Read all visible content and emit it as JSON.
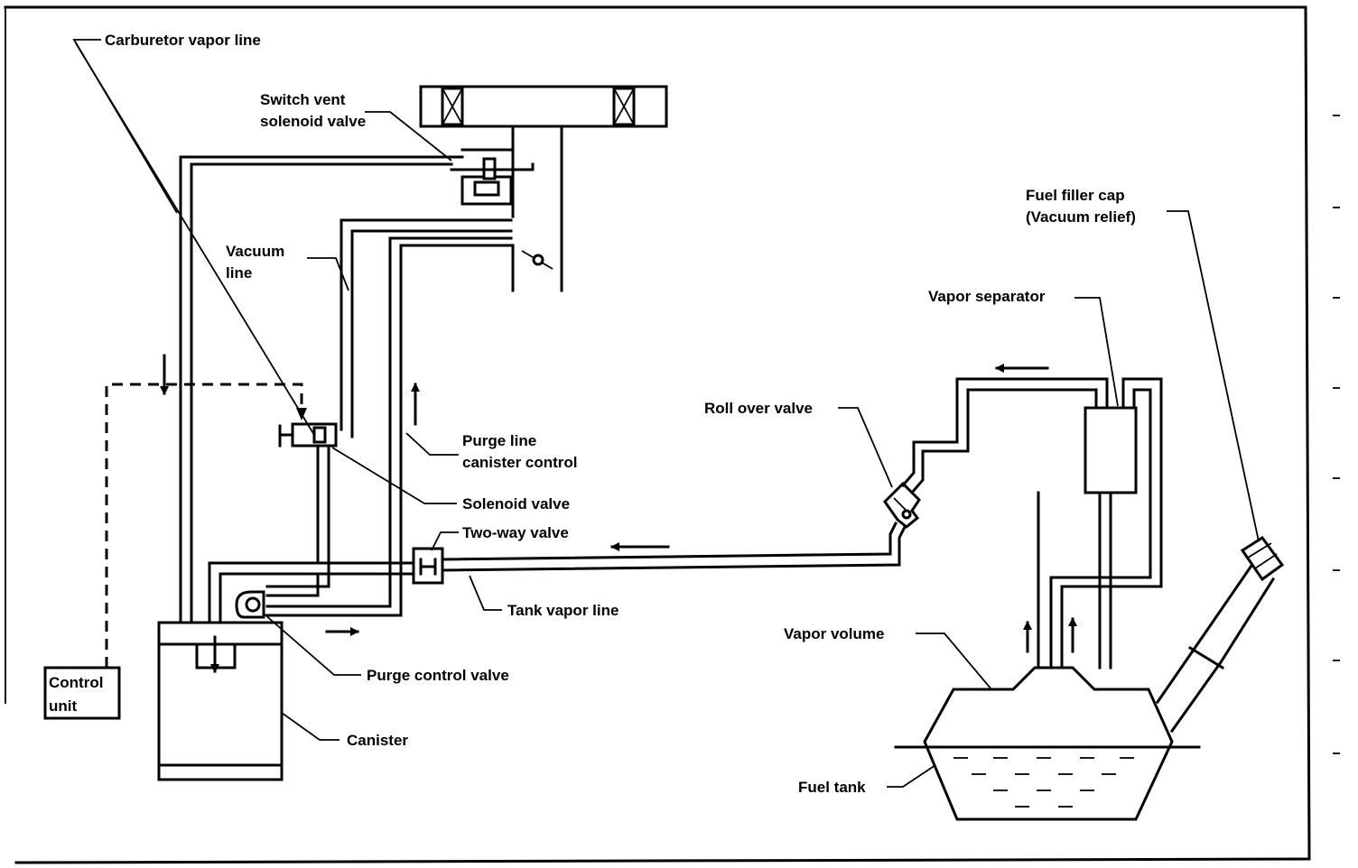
{
  "labels": {
    "carburetor_vapor_line": "Carburetor vapor line",
    "switch_vent_solenoid_valve_1": "Switch vent",
    "switch_vent_solenoid_valve_2": "solenoid valve",
    "vacuum_line_1": "Vacuum",
    "vacuum_line_2": "line",
    "purge_line_1": "Purge line",
    "purge_line_2": "canister control",
    "solenoid_valve": "Solenoid valve",
    "two_way_valve": "Two-way valve",
    "tank_vapor_line": "Tank vapor line",
    "purge_control_valve": "Purge control valve",
    "canister": "Canister",
    "control_unit_1": "Control",
    "control_unit_2": "unit",
    "roll_over_valve": "Roll over valve",
    "fuel_filler_cap_1": "Fuel filler cap",
    "fuel_filler_cap_2": "(Vacuum relief)",
    "vapor_separator": "Vapor separator",
    "vapor_volume": "Vapor volume",
    "fuel_tank": "Fuel tank"
  }
}
